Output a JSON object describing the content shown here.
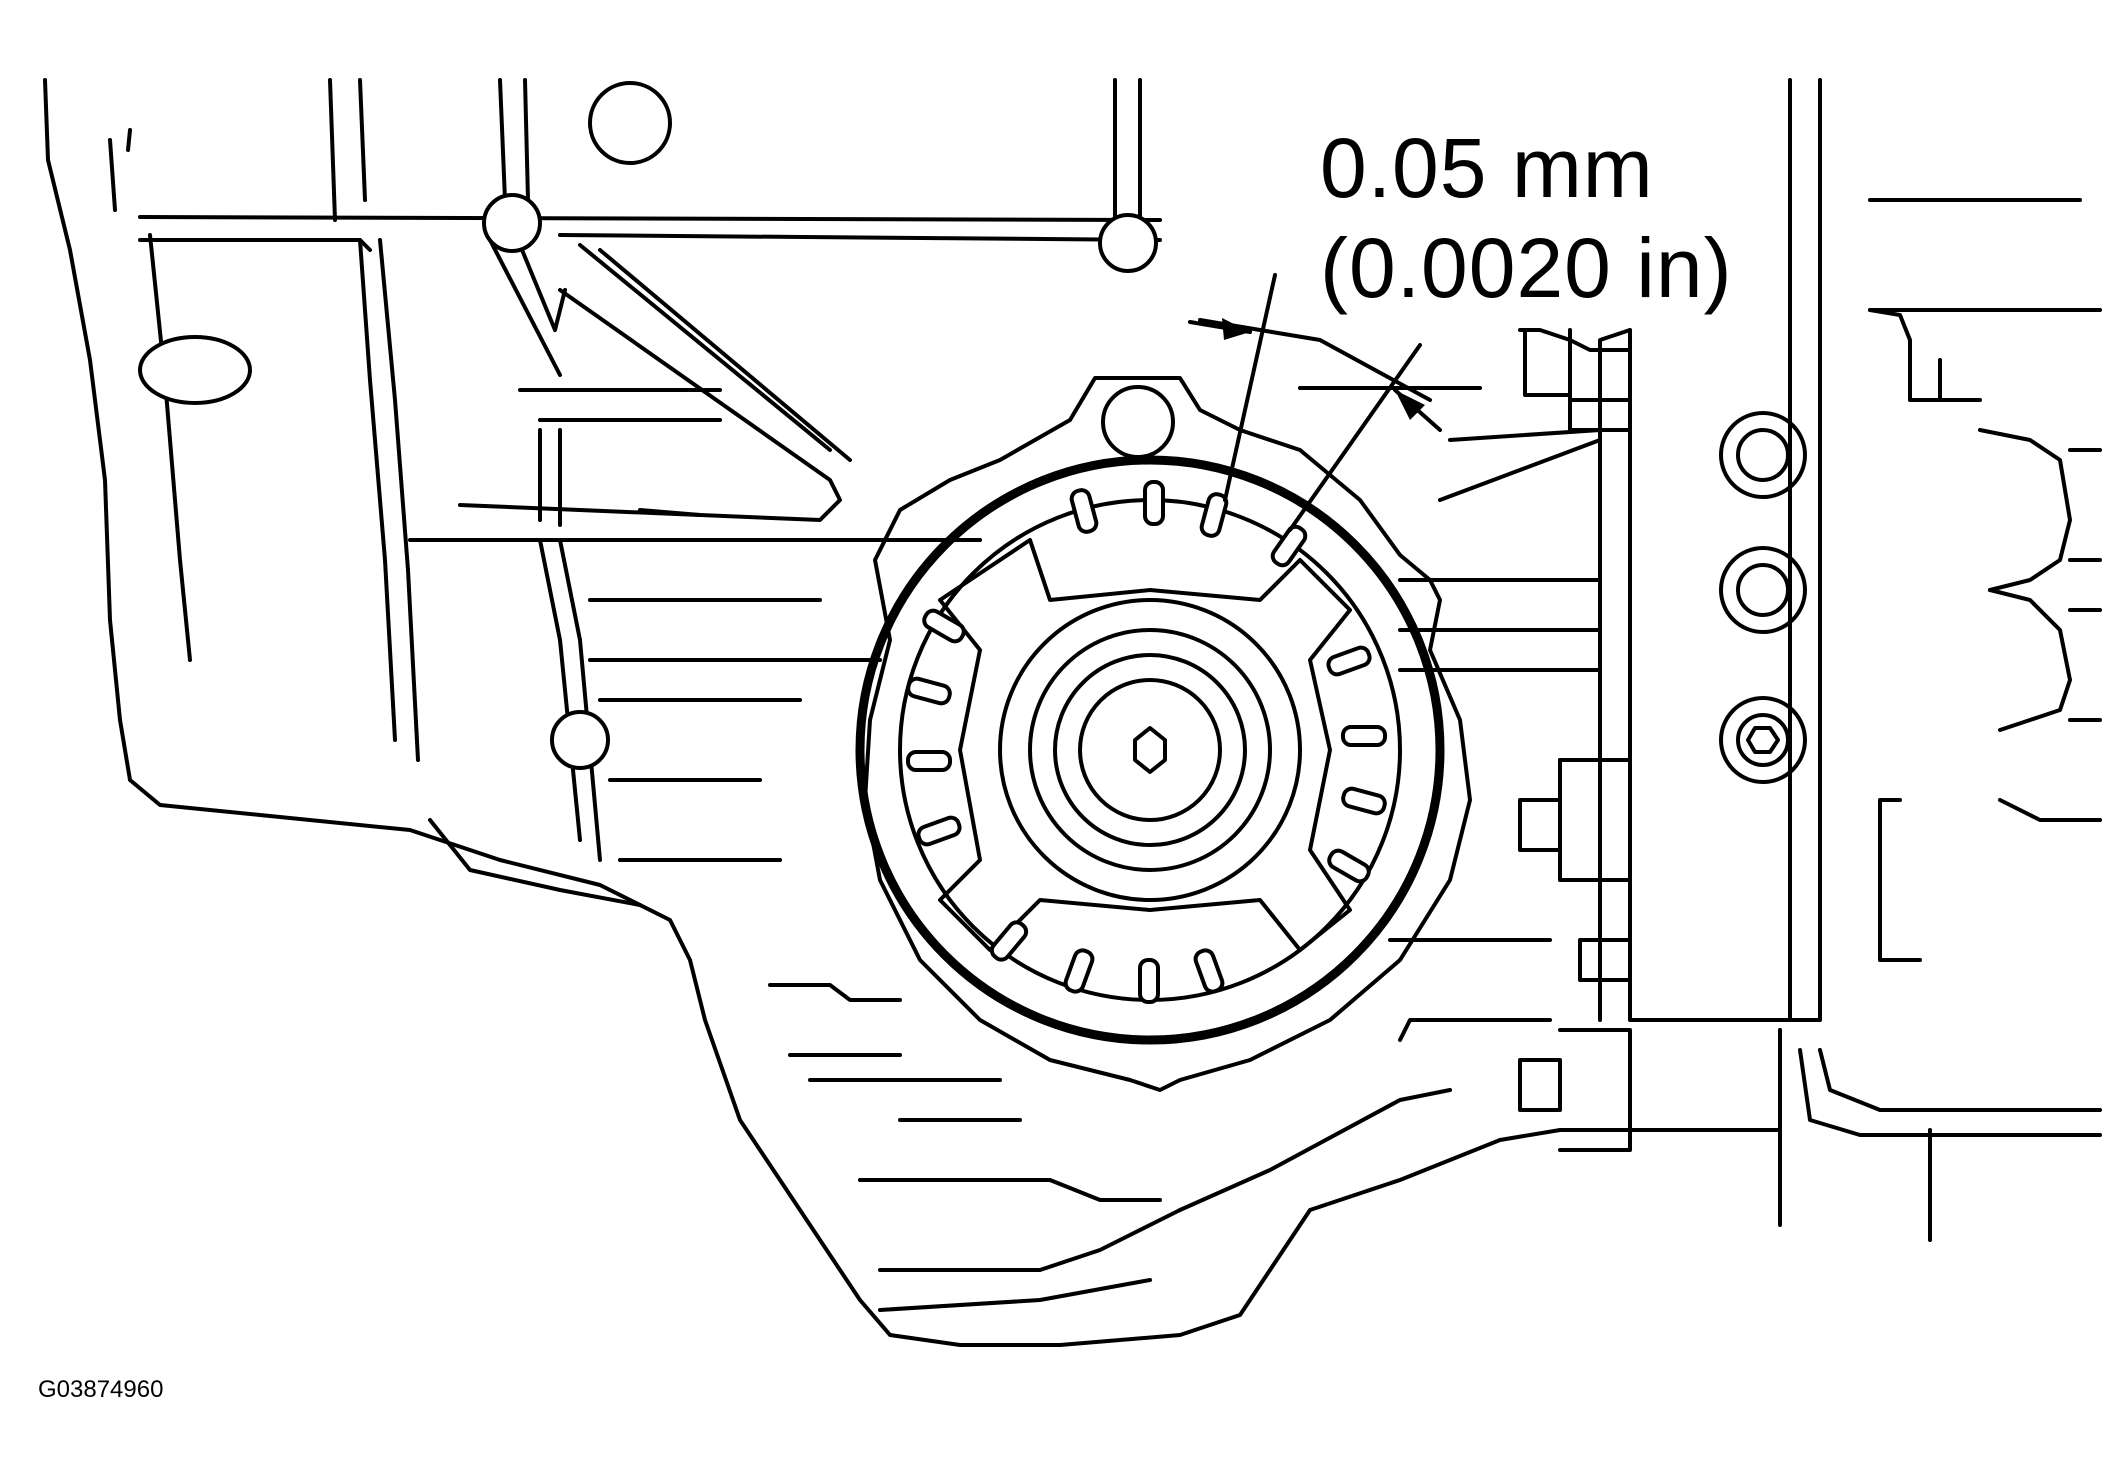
{
  "callout": {
    "metric": "0.05 mm",
    "imperial": "(0.0020 in)"
  },
  "figure_id": "G03874960"
}
